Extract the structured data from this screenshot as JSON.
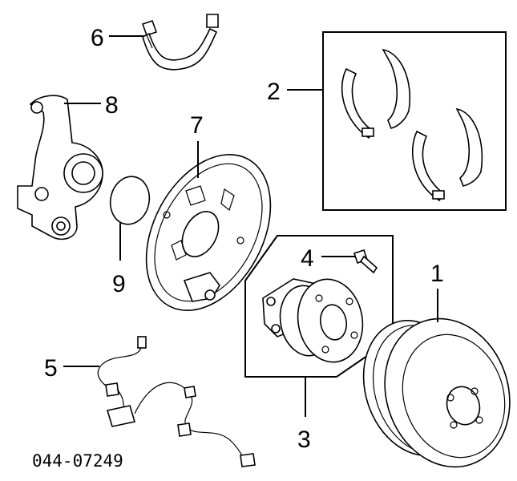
{
  "callouts": {
    "c1": "1",
    "c2": "2",
    "c3": "3",
    "c4": "4",
    "c5": "5",
    "c6": "6",
    "c7": "7",
    "c8": "8",
    "c9": "9"
  },
  "diagram_code": "044-07249"
}
